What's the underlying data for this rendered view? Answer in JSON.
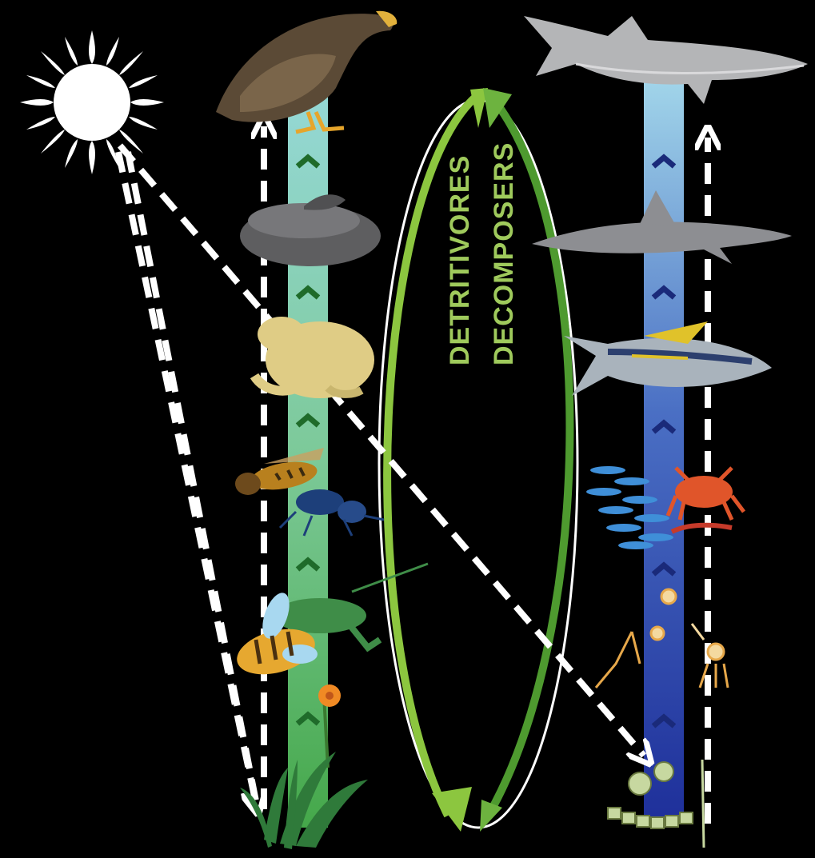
{
  "labels": {
    "detritivores": "DETRITIVORES",
    "decomposers": "DECOMPOSERS"
  },
  "colors": {
    "background": "#000000",
    "label_green": "#9fca5c",
    "cycle_arrow_light": "#8cc63f",
    "cycle_arrow_dark": "#4e9a2f",
    "terrestrial_column_top": "#8fd3d0",
    "terrestrial_column_bottom": "#4caf50",
    "marine_column_top": "#9ad1e6",
    "marine_column_bottom": "#1e3a9e",
    "chevron_terrestrial": "#1f6b2a",
    "chevron_marine": "#1a2a7a",
    "energy_arrow": "#ffffff"
  },
  "terrestrial_chain": [
    "flowering-plant",
    "bee",
    "grasshopper",
    "beetle",
    "wasp",
    "toad",
    "snake",
    "hawk"
  ],
  "marine_chain": [
    "phytoplankton",
    "zooplankton",
    "small-fish",
    "crab",
    "shrimp",
    "tuna",
    "dolphin",
    "shark"
  ]
}
